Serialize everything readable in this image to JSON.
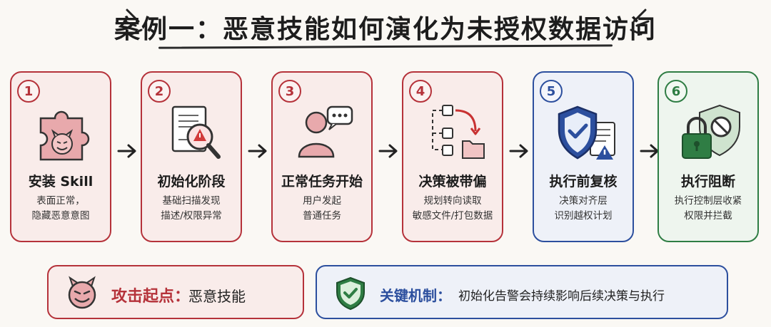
{
  "title": "案例一：恶意技能如何演化为未授权数据访问",
  "steps": [
    {
      "num": "1",
      "title": "安装 Skill",
      "desc": [
        "表面正常，",
        "隐藏恶意意图"
      ],
      "icon": "malicious-puzzle-icon",
      "theme": "red"
    },
    {
      "num": "2",
      "title": "初始化阶段",
      "desc": [
        "基础扫描发现",
        "描述/权限异常"
      ],
      "icon": "document-scan-icon",
      "theme": "red"
    },
    {
      "num": "3",
      "title": "正常任务开始",
      "desc": [
        "用户发起",
        "普通任务"
      ],
      "icon": "user-chat-icon",
      "theme": "red"
    },
    {
      "num": "4",
      "title": "决策被带偏",
      "desc": [
        "规划转向读取",
        "敏感文件/打包数据"
      ],
      "icon": "flow-diversion-icon",
      "theme": "red"
    },
    {
      "num": "5",
      "title": "执行前复核",
      "desc": [
        "决策对齐层",
        "识别越权计划"
      ],
      "icon": "shield-check-icon",
      "theme": "blue"
    },
    {
      "num": "6",
      "title": "执行阻断",
      "desc": [
        "执行控制层收紧",
        "权限并拦截"
      ],
      "icon": "lock-block-icon",
      "theme": "green"
    }
  ],
  "attack": {
    "label": "攻击起点：",
    "text": "恶意技能",
    "icon": "devil-icon"
  },
  "mechanism": {
    "label": "关键机制：",
    "text": "初始化告警会持续影响后续决策与执行",
    "icon": "shield-check-icon"
  },
  "colors": {
    "red": "#b5323a",
    "blue": "#2c4f9e",
    "green": "#2f7d44"
  }
}
